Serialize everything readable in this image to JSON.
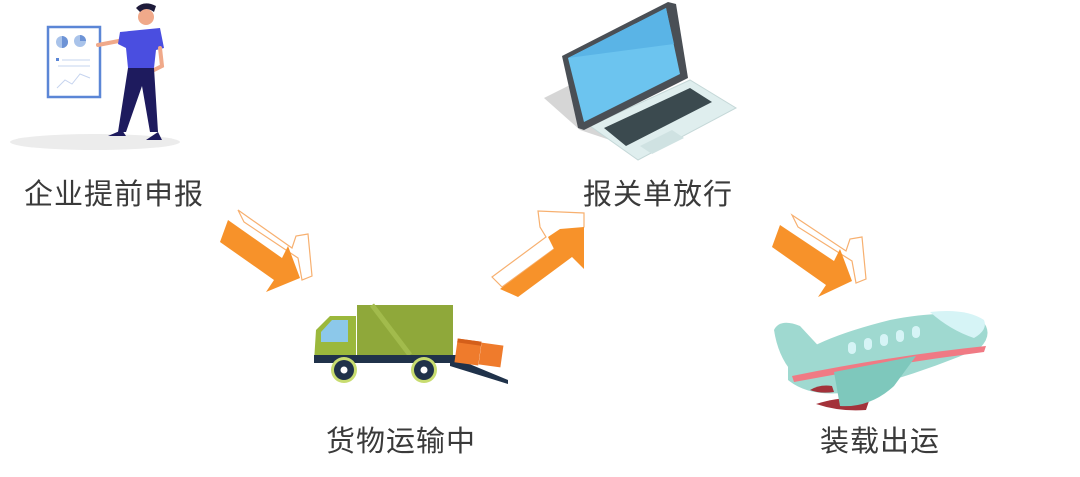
{
  "flow": {
    "title": "",
    "steps": [
      {
        "id": "declare",
        "label": "企业提前申报",
        "icon": "person-presenting-chart-icon"
      },
      {
        "id": "transport",
        "label": "货物运输中",
        "icon": "truck-icon"
      },
      {
        "id": "release",
        "label": "报关单放行",
        "icon": "laptop-icon"
      },
      {
        "id": "ship",
        "label": "装载出运",
        "icon": "airplane-icon"
      }
    ],
    "arrows": [
      {
        "from": "declare",
        "to": "transport",
        "direction": "down-right"
      },
      {
        "from": "transport",
        "to": "release",
        "direction": "up-right"
      },
      {
        "from": "release",
        "to": "ship",
        "direction": "down-right"
      }
    ]
  },
  "colors": {
    "arrow": "#f7922a",
    "label_text": "#3a3a3a",
    "truck_body": "#8fa83a",
    "truck_cab": "#9bb83c",
    "box": "#ef7b2c",
    "laptop_screen": "#6cc4ef",
    "laptop_body": "#dfeeee",
    "plane_body": "#9fd9d0",
    "plane_stripe": "#f07a84",
    "person_shirt": "#4a4ee0",
    "person_pants": "#1e1b5e"
  }
}
